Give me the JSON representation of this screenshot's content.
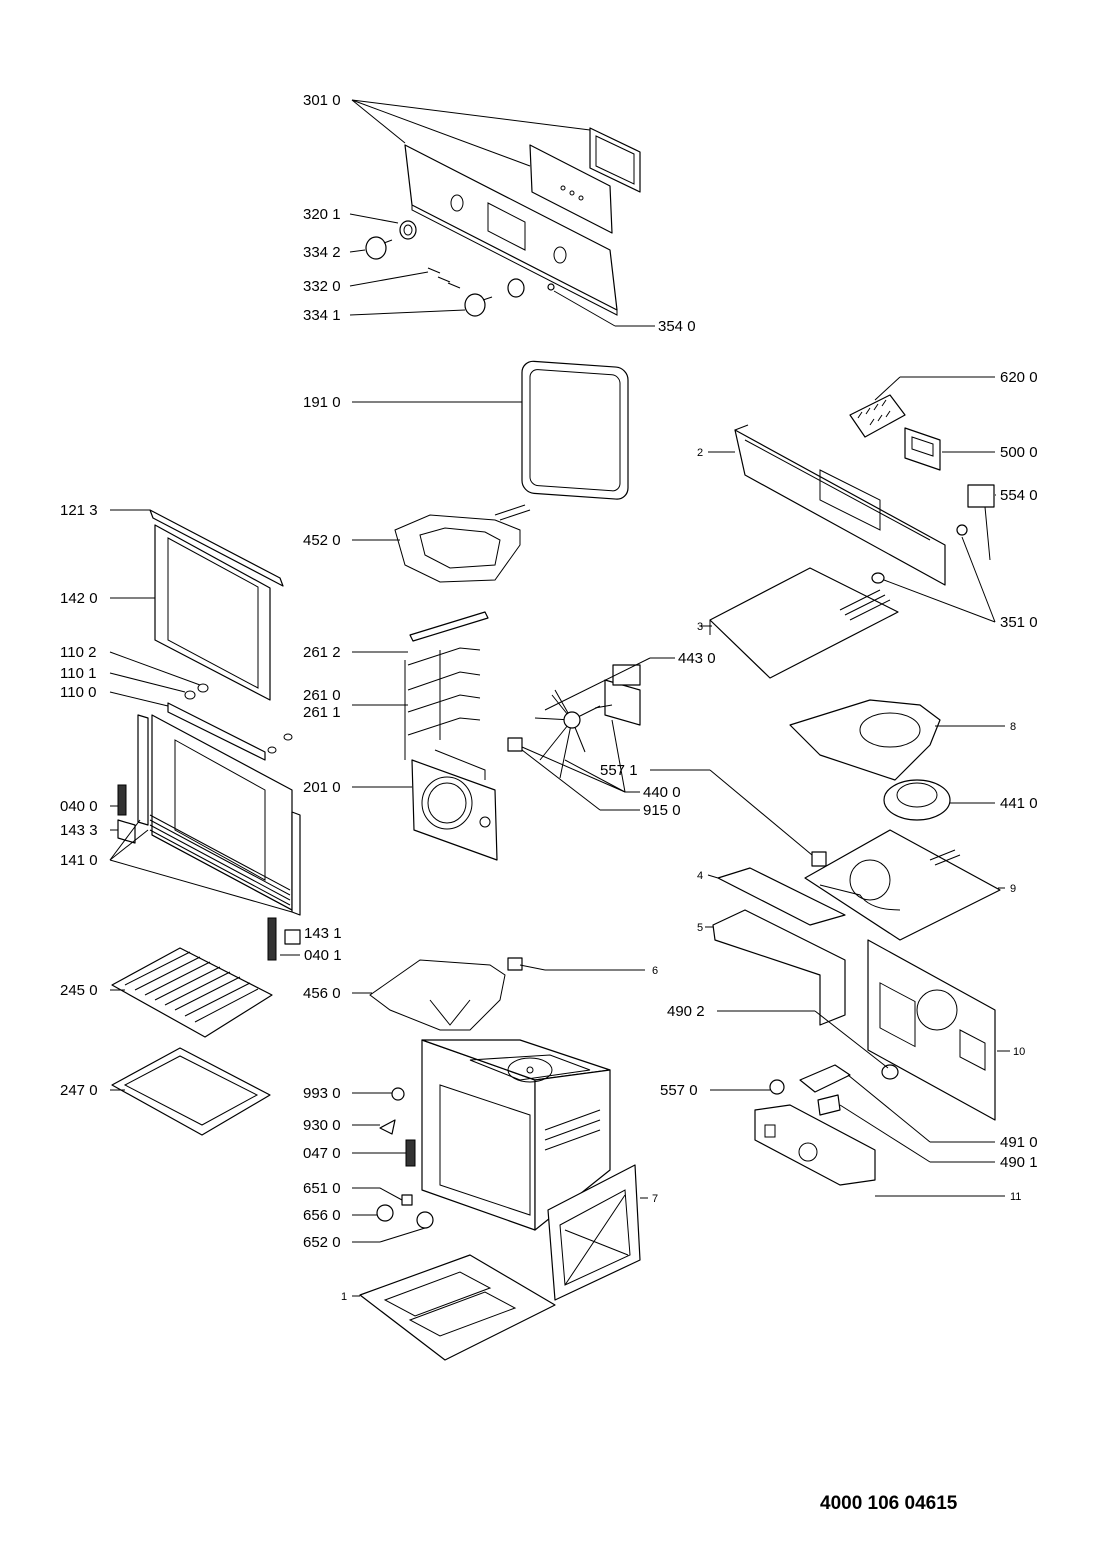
{
  "document_number": "4000 106 04615",
  "labels": {
    "p3010": "301 0",
    "p3201": "320 1",
    "p3342": "334 2",
    "p3320": "332 0",
    "p3341": "334 1",
    "p3540": "354 0",
    "p1910": "191 0",
    "p6200": "620 0",
    "p2": "2",
    "p5000": "500 0",
    "p5540": "554 0",
    "p1213": "121 3",
    "p4520": "452 0",
    "p1420": "142 0",
    "p3": "3",
    "p3510": "351 0",
    "p2612": "261 2",
    "p4430": "443 0",
    "p1102": "110 2",
    "p1101": "110 1",
    "p1100": "110 0",
    "p2610": "261 0",
    "p2611": "261 1",
    "p8": "8",
    "p2010": "201 0",
    "p0400": "040 0",
    "p5571": "557 1",
    "p4410": "441 0",
    "p4400": "440 0",
    "p1433": "143 3",
    "p9150": "915 0",
    "p1410": "141 0",
    "p4": "4",
    "p9": "9",
    "p5": "5",
    "p1431": "143 1",
    "p0401": "040 1",
    "p6": "6",
    "p2450": "245 0",
    "p4560": "456 0",
    "p4902": "490 2",
    "p10": "10",
    "p2470": "247 0",
    "p9930": "993 0",
    "p5570": "557 0",
    "p9300": "930 0",
    "p4910": "491 0",
    "p0470": "047 0",
    "p4901": "490 1",
    "p6510": "651 0",
    "p7": "7",
    "p11": "11",
    "p6560": "656 0",
    "p6520": "652 0",
    "p1": "1"
  }
}
